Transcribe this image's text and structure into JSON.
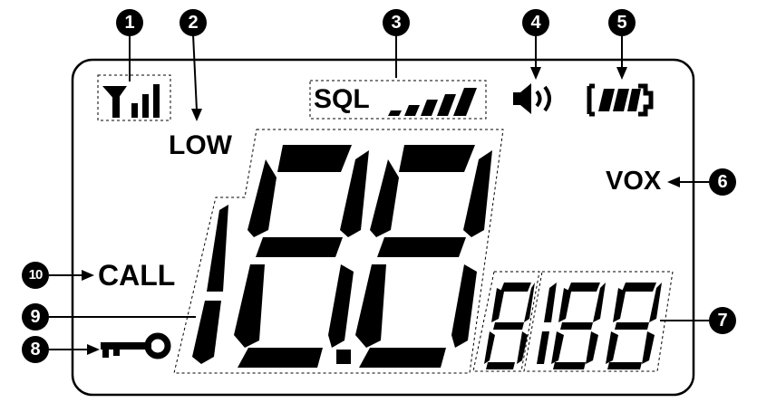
{
  "labels": {
    "low": "LOW",
    "sql": "SQL",
    "vox": "VOX",
    "call": "CALL"
  },
  "callouts": [
    "1",
    "2",
    "3",
    "4",
    "5",
    "6",
    "7",
    "8",
    "9",
    "10"
  ],
  "icons": {
    "antenna": "antenna-signal-icon",
    "squelch_bars": "squelch-level-bars-icon",
    "speaker": "speaker-icon",
    "battery": "battery-icon",
    "key": "key-lock-icon"
  },
  "colors": {
    "ink": "#000000",
    "background": "#ffffff"
  }
}
